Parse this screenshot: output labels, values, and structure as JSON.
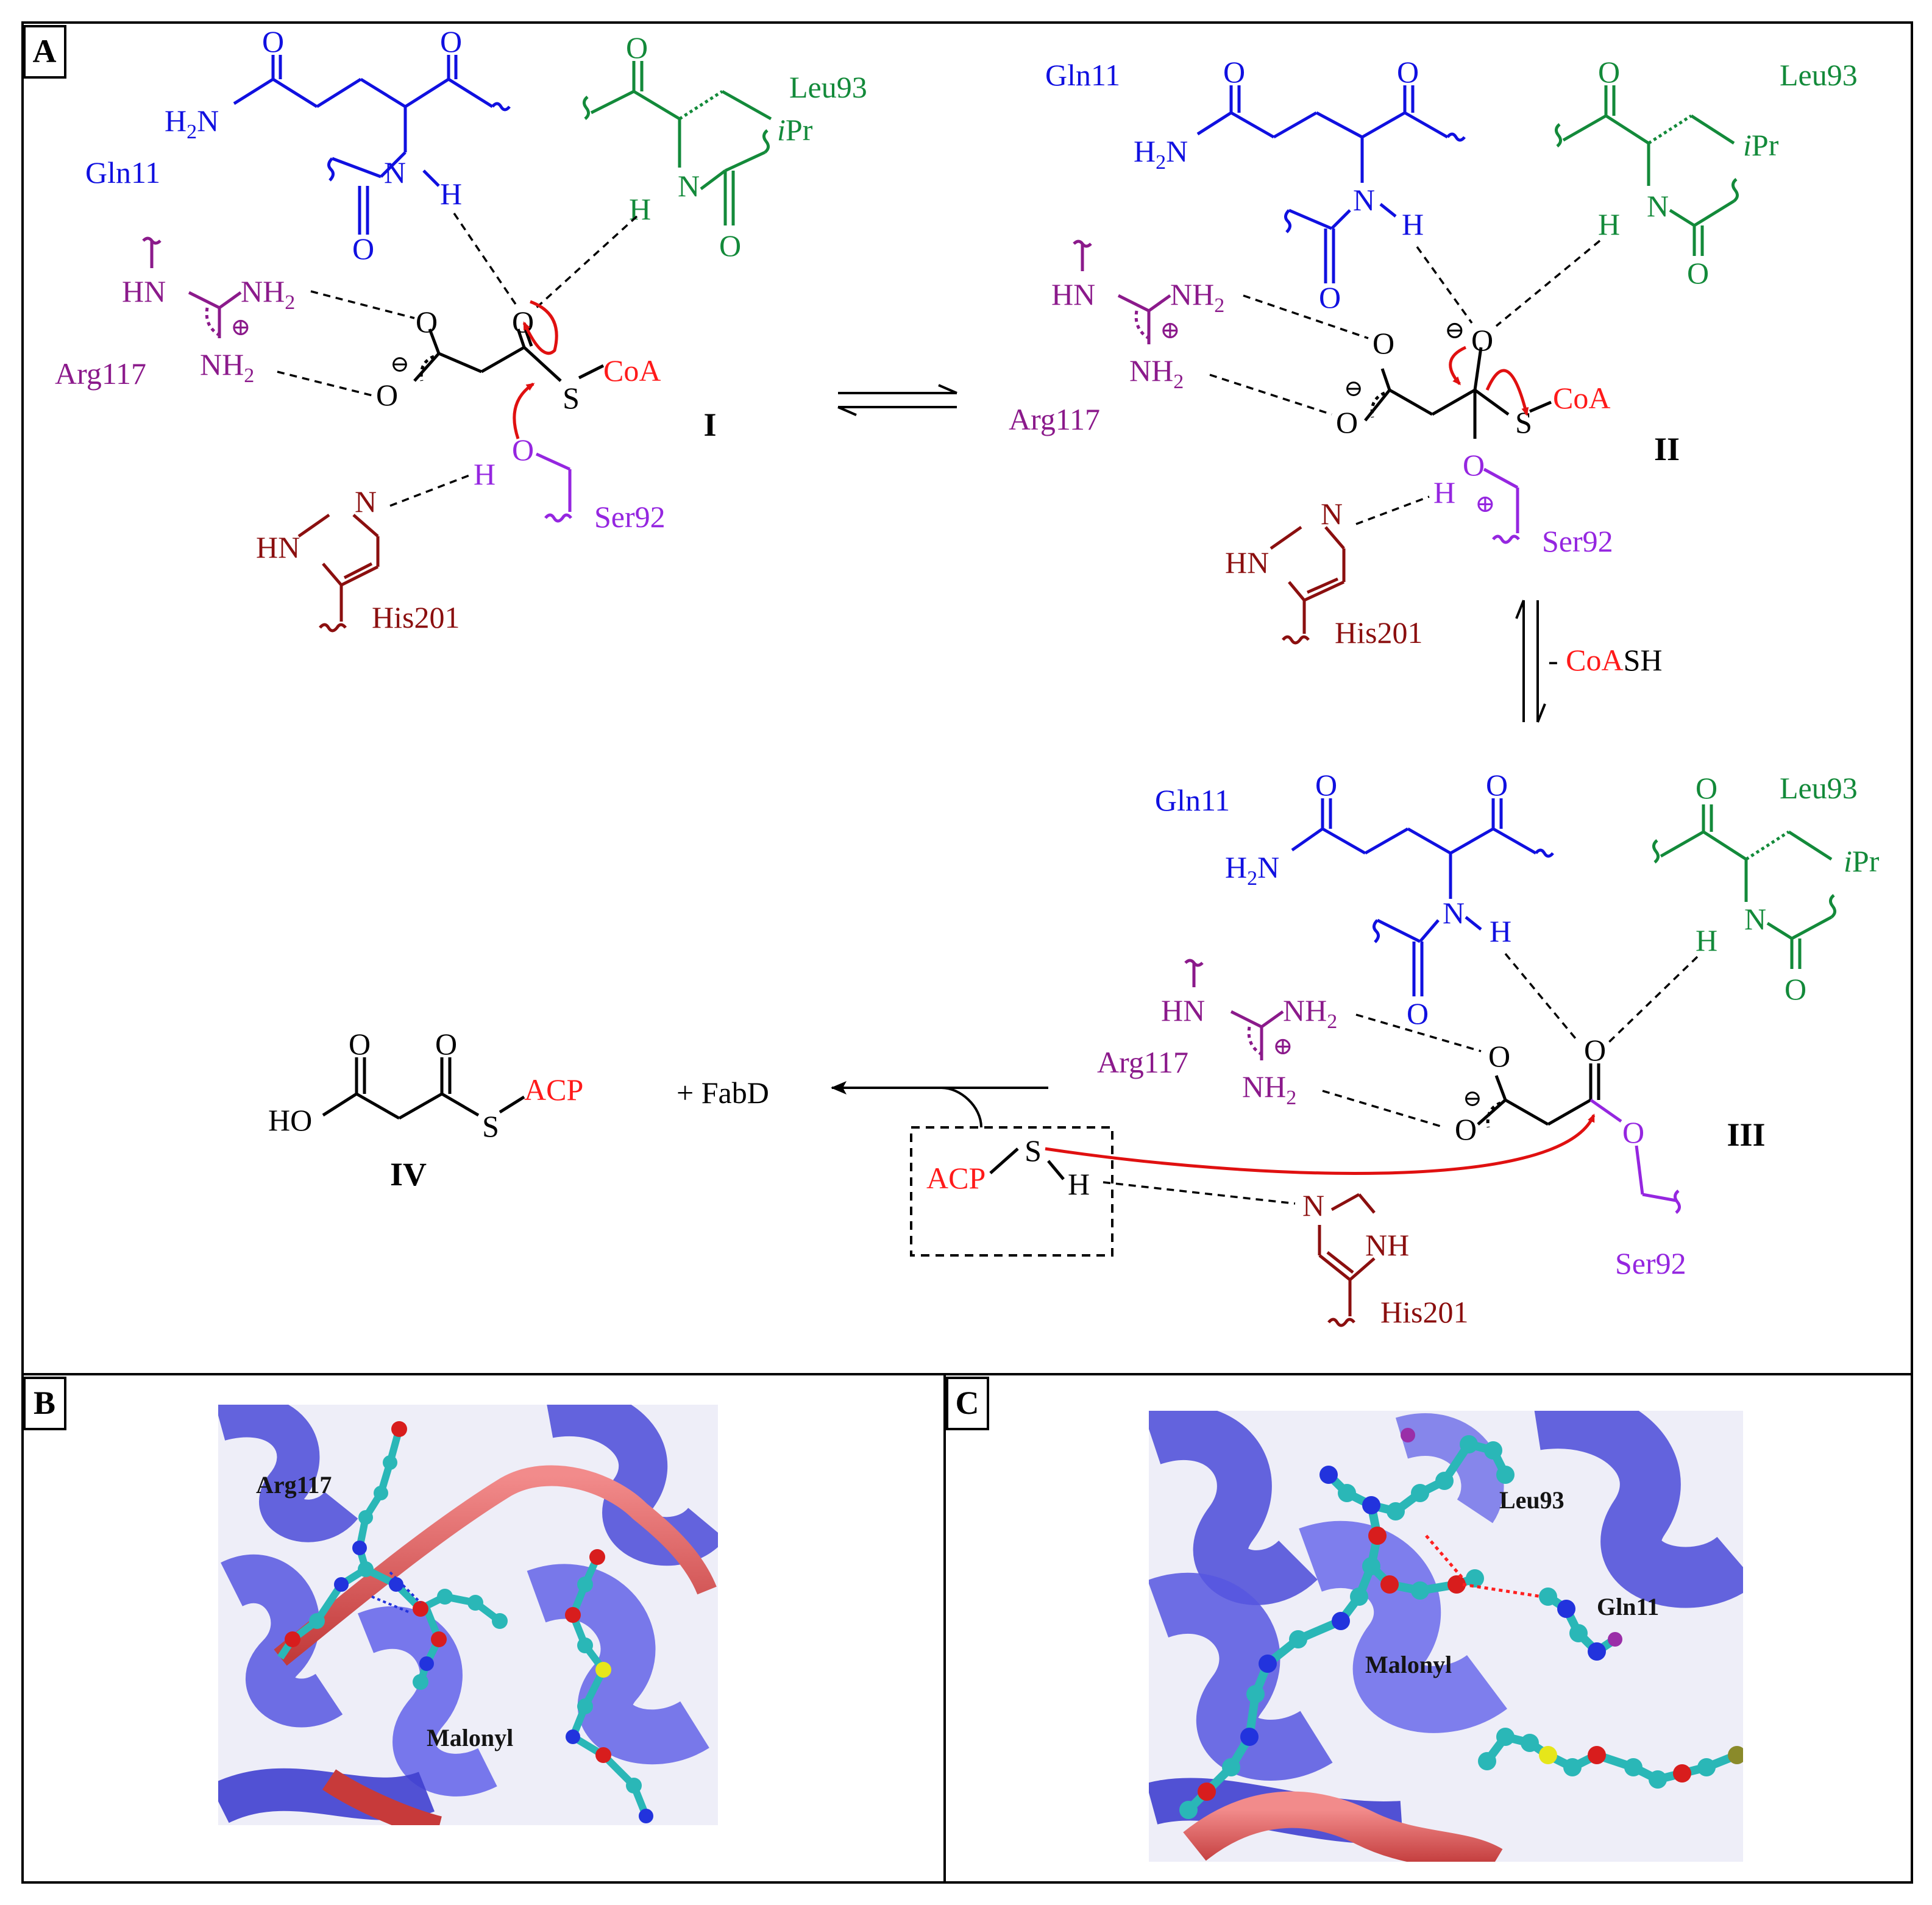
{
  "panels": {
    "a": "A",
    "b": "B",
    "c": "C"
  },
  "residues": {
    "gln": "Gln11",
    "leu": "Leu93",
    "arg": "Arg117",
    "his": "His201",
    "ser": "Ser92"
  },
  "atoms": {
    "O": "O",
    "N": "N",
    "H": "H",
    "S": "S",
    "HN": "HN",
    "NH": "NH",
    "HO": "HO",
    "NH2": "NH",
    "H2N": "H",
    "sub2": "2",
    "iPr_i": "i",
    "iPr_Pr": "Pr"
  },
  "charges": {
    "minus": "⊖",
    "plus": "⊕"
  },
  "groups": {
    "coa": "CoA",
    "acp": "ACP",
    "coash_red": "CoA",
    "coash_black": "SH",
    "coash_dash": "- "
  },
  "intermediates": {
    "i": "I",
    "ii": "II",
    "iii": "III",
    "iv": "IV"
  },
  "text": {
    "plus_fabd": "+ FabD"
  },
  "structures": {
    "b_arg": "Arg117",
    "b_malonyl": "Malonyl",
    "c_leu": "Leu93",
    "c_gln": "Gln11",
    "c_malonyl": "Malonyl"
  },
  "colors": {
    "gln": "#1010e0",
    "leu": "#138a3a",
    "arg": "#8b1a8b",
    "his": "#8b0f0f",
    "ser": "#9526e0",
    "red_arrow": "#e01010",
    "coa": "#ff1a1a",
    "backbone": "#000000",
    "ribbon": "#6d6df0",
    "loop": "#e86a6a",
    "carbon": "#2ab7b7",
    "oxygen": "#d81d1d",
    "nitrogen": "#2233dd",
    "sulfur": "#e6e61a"
  }
}
